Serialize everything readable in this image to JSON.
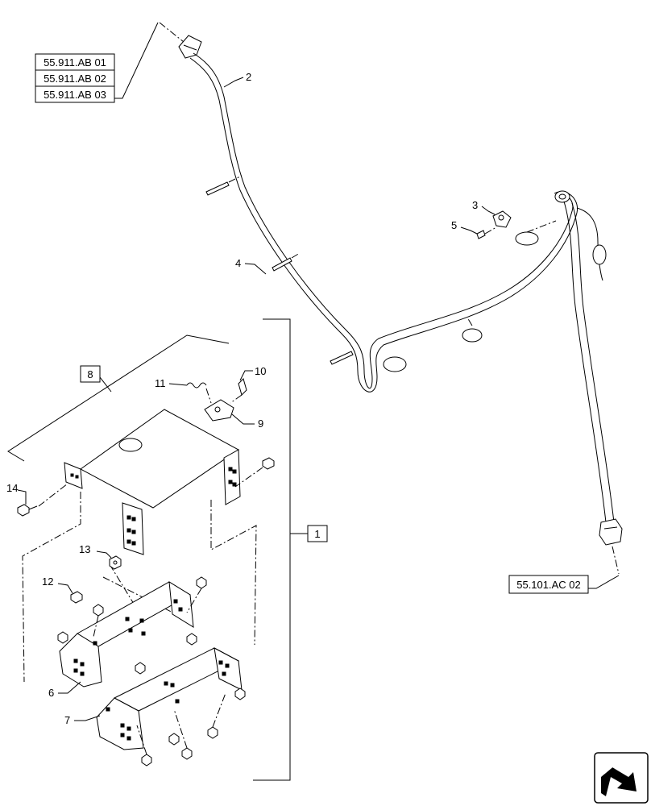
{
  "refs": {
    "r1": "55.911.AB 01",
    "r2": "55.911.AB 02",
    "r3": "55.911.AB 03",
    "r4": "55.101.AC 02"
  },
  "callouts": {
    "c1": "1",
    "c2": "2",
    "c3": "3",
    "c4": "4",
    "c5": "5",
    "c6": "6",
    "c7": "7",
    "c8": "8",
    "c9": "9",
    "c10": "10",
    "c11": "11",
    "c12": "12",
    "c13": "13",
    "c14": "14"
  },
  "icons": {
    "nav": "arrow-nav-icon"
  }
}
